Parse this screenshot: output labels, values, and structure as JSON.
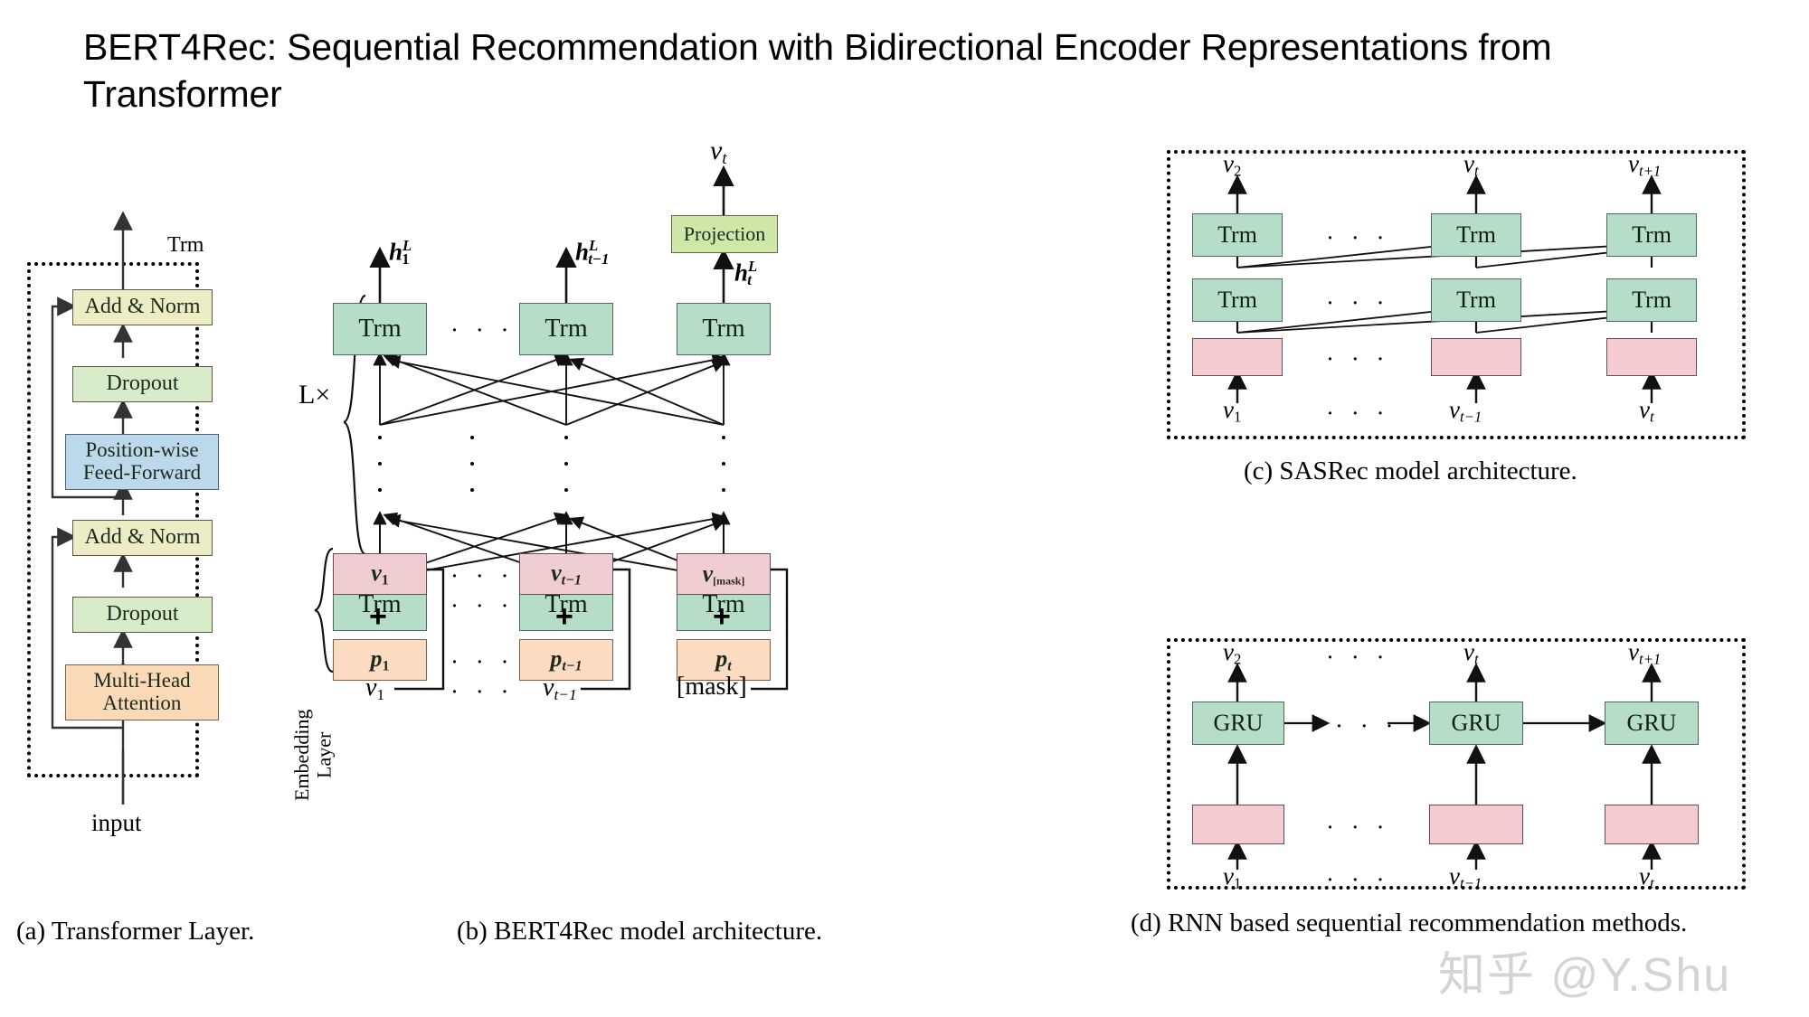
{
  "title": "BERT4Rec: Sequential Recommendation with Bidirectional Encoder Representations from Transformer",
  "watermark": "知乎 @Y.Shu",
  "panel_a": {
    "caption": "(a) Transformer Layer.",
    "container_label": "Trm",
    "input_label": "input",
    "blocks": [
      {
        "label": "Add & Norm",
        "color": "#ecedc4"
      },
      {
        "label": "Dropout",
        "color": "#d9ecca"
      },
      {
        "label": "Position-wise Feed-Forward",
        "line1": "Position-wise",
        "line2": "Feed-Forward",
        "color": "#bcd9ec"
      },
      {
        "label": "Add & Norm",
        "color": "#ecedc4"
      },
      {
        "label": "Dropout",
        "color": "#d9ecca"
      },
      {
        "label": "Multi-Head Attention",
        "line1": "Multi-Head",
        "line2": "Attention",
        "color": "#fad9b6"
      }
    ]
  },
  "panel_b": {
    "caption": "(b) BERT4Rec model architecture.",
    "repeat_label": "L×",
    "embedding_label_line1": "Embedding",
    "embedding_label_line2": "Layer",
    "projection_label": "Projection",
    "output_top": "v_t",
    "hidden_outputs": [
      "h_1^L",
      "h_{t-1}^L",
      "h_t^L"
    ],
    "trm_label": "Trm",
    "plus": "+",
    "ellipsis": "· · ·",
    "columns": [
      {
        "v_emb": "v_1",
        "p_emb": "p_1",
        "input": "v_1",
        "hidden": "h_1^L"
      },
      {
        "v_emb": "v_{t-1}",
        "p_emb": "p_{t-1}",
        "input": "v_{t-1}",
        "hidden": "h_{t-1}^L"
      },
      {
        "v_emb": "v_[mask]",
        "p_emb": "p_t",
        "input": "[mask]",
        "hidden": "h_t^L"
      }
    ]
  },
  "panel_c": {
    "caption": "(c) SASRec model architecture.",
    "cell_label": "Trm",
    "outputs": [
      "v_2",
      "v_t",
      "v_{t+1}"
    ],
    "inputs": [
      "v_1",
      "v_{t-1}",
      "v_t"
    ],
    "ellipsis": "· · ·",
    "rows": 2
  },
  "panel_d": {
    "caption": "(d) RNN based sequential recommendation methods.",
    "cell_label": "GRU",
    "outputs": [
      "v_2",
      "v_t",
      "v_{t+1}"
    ],
    "inputs": [
      "v_1",
      "v_{t-1}",
      "v_t"
    ],
    "ellipsis": "· · ·"
  },
  "colors": {
    "trm_green": "#b6ddc8",
    "projection_green": "#cfe8a8",
    "addnorm_yellow": "#ecedc4",
    "dropout_green": "#d9ecca",
    "ffn_blue": "#bcd9ec",
    "attention_orange": "#fad9b6",
    "item_embed_pink": "#f0cdd3",
    "pos_embed_peach": "#fbdcc3",
    "blank_pink": "#f5ccd2"
  }
}
